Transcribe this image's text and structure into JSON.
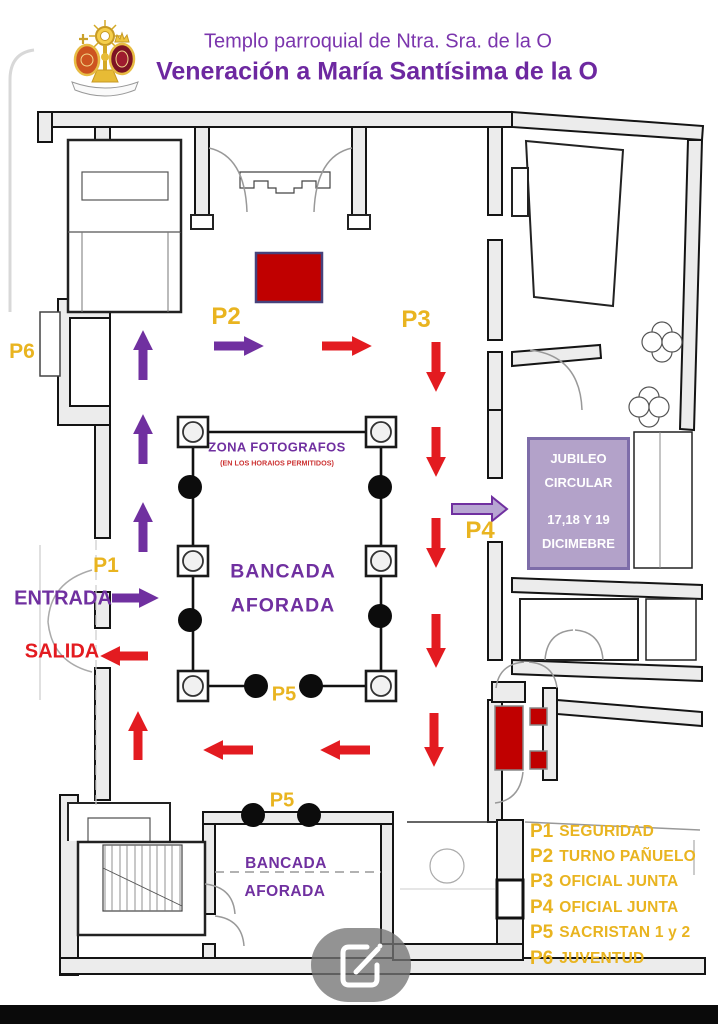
{
  "header": {
    "title_line1": "Templo parroquial de Ntra. Sra. de la O",
    "title_line2": "Veneración a María Santísima de la O",
    "logo_icon": "parish-emblem-icon"
  },
  "plan": {
    "markers": {
      "p1": "P1",
      "p2": "P2",
      "p3": "P3",
      "p4": "P4",
      "p5_center": "P5",
      "p5_bottom": "P5",
      "p6": "P6"
    },
    "entrance_label": "ENTRADA",
    "exit_label": "SALIDA",
    "photo_zone": {
      "title": "ZONA FOTOGRAFOS",
      "subtitle": "(EN LOS HORAIOS PERMITIDOS)"
    },
    "bancada_center": {
      "line1": "BANCADA",
      "line2": "AFORADA"
    },
    "bancada_bottom": {
      "line1": "BANCADA",
      "line2": "AFORADA"
    },
    "jubileo": {
      "line1": "JUBILEO",
      "line2": "CIRCULAR",
      "line3": "17,18 Y 19",
      "line4": "DICIMEBRE"
    },
    "legend": [
      {
        "code": "P1",
        "label": "SEGURIDAD"
      },
      {
        "code": "P2",
        "label": "TURNO PAÑUELO"
      },
      {
        "code": "P3",
        "label": "OFICIAL JUNTA"
      },
      {
        "code": "P4",
        "label": "OFICIAL JUNTA"
      },
      {
        "code": "P5",
        "label": "SACRISTAN 1 y 2"
      },
      {
        "code": "P6",
        "label": "JUVENTUD"
      }
    ],
    "colors": {
      "accent_purple": "#7030a0",
      "accent_gold": "#e9b420",
      "accent_red": "#e31b20",
      "altar_red": "#c00000",
      "jubileo_fill": "#b3a2c9"
    }
  },
  "toolbar": {
    "edit_icon": "edit-icon"
  }
}
